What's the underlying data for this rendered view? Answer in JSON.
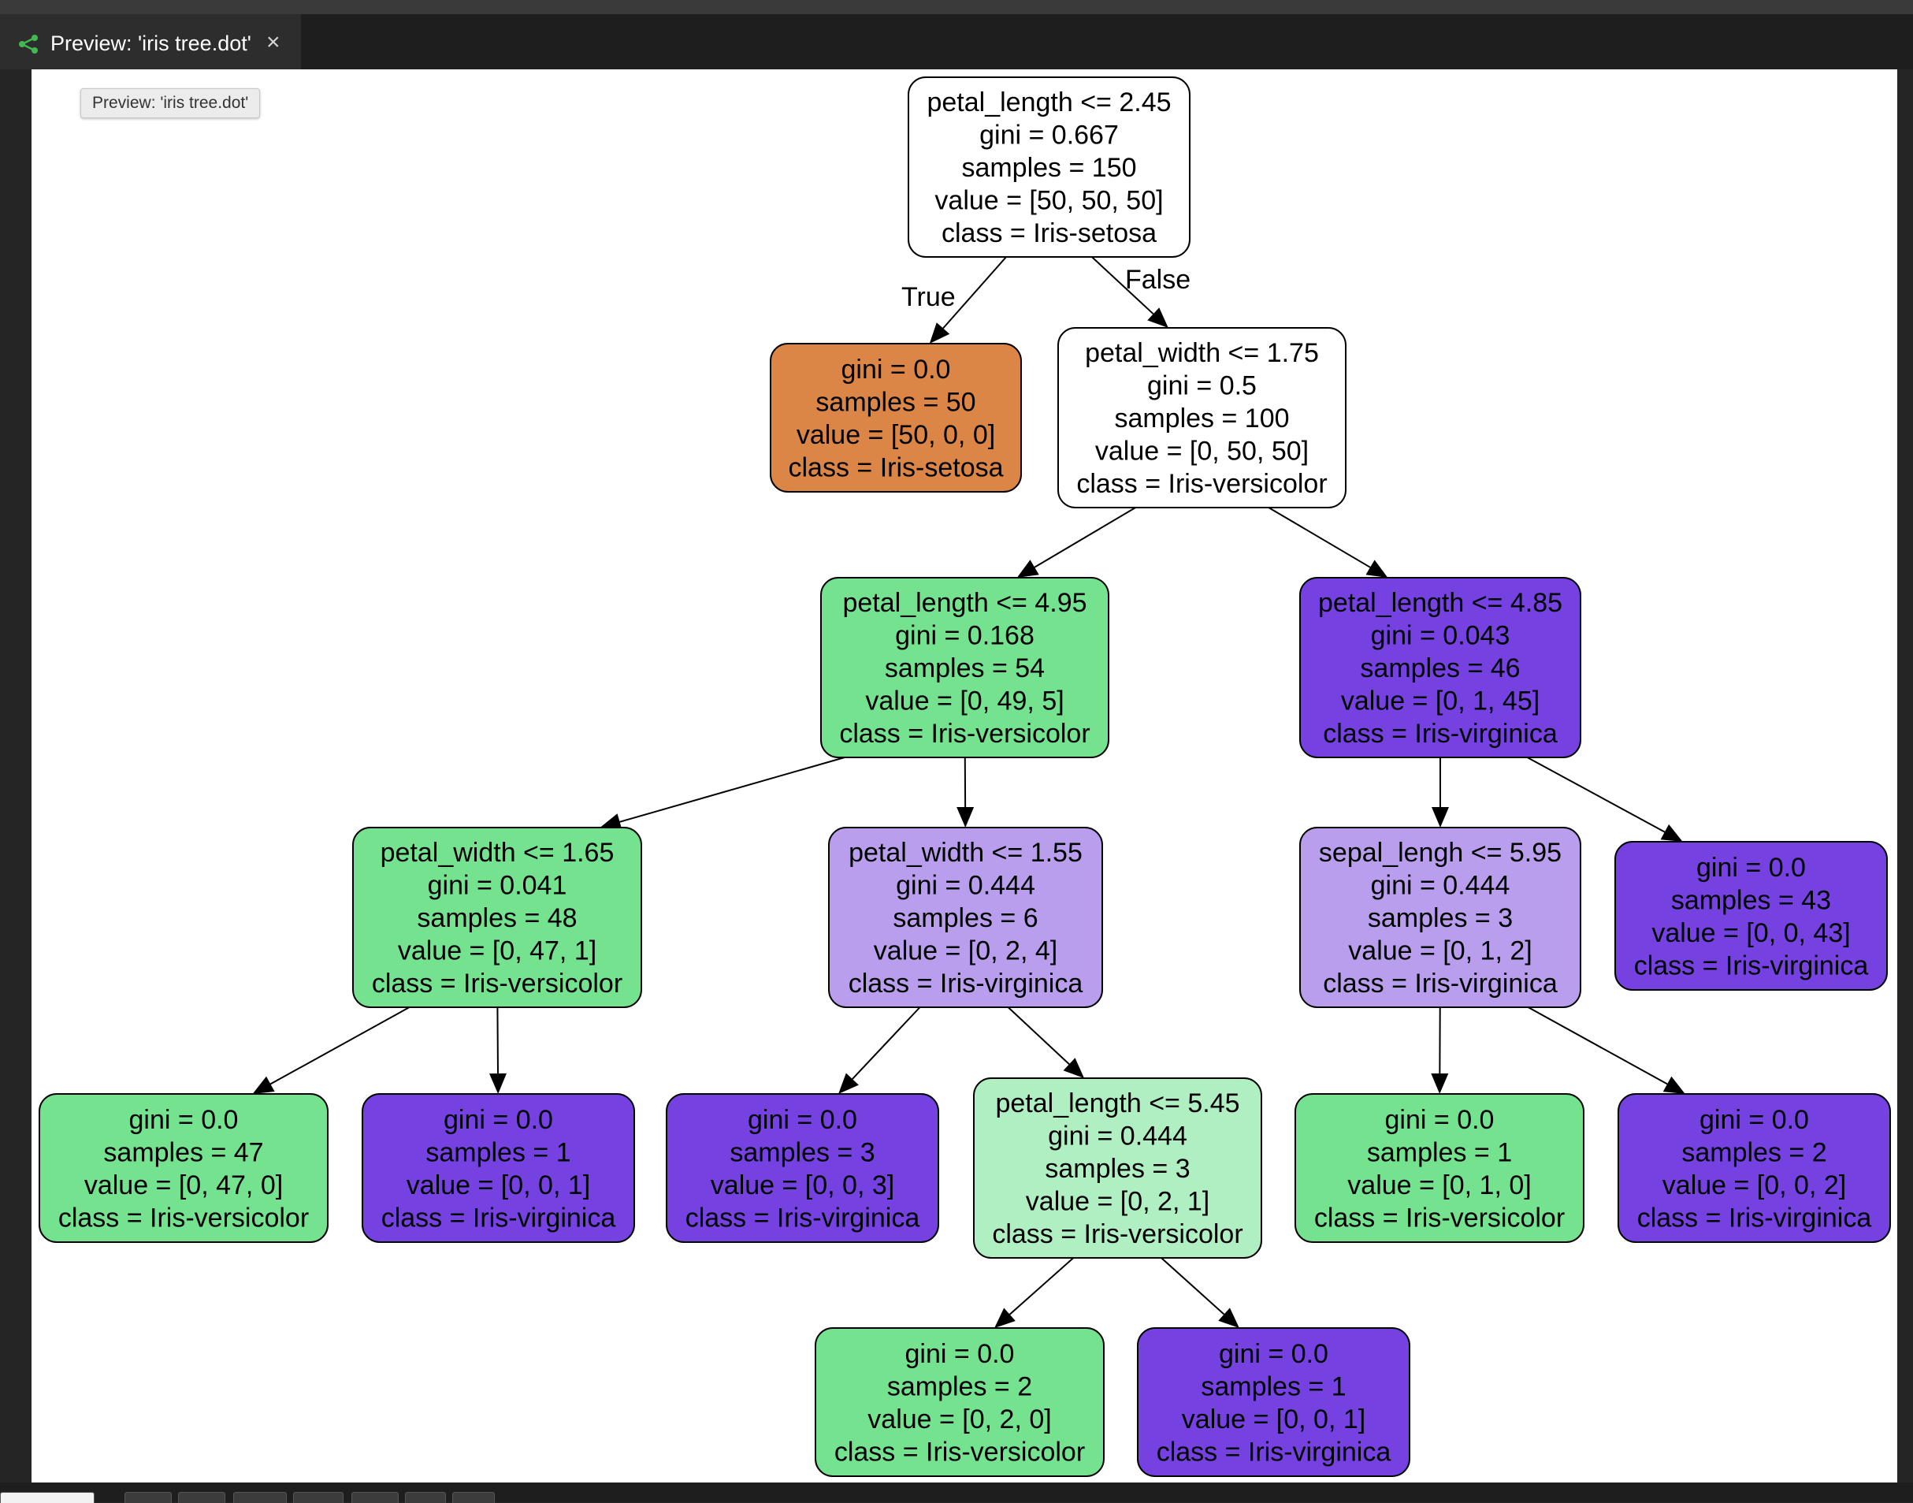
{
  "tab": {
    "label": "Preview: 'iris tree.dot'",
    "close_glyph": "×",
    "icon": "graph-icon",
    "icon_color": "#3fb950"
  },
  "tooltip": {
    "text": "Preview: 'iris tree.dot'"
  },
  "colors": {
    "white": "#ffffff",
    "orange": "#db8646",
    "green": "#74e28f",
    "purple": "#7541e0",
    "light_purple": "#b89eec",
    "light_green": "#b0efc2"
  },
  "tree": {
    "nodes": [
      {
        "id": "n0",
        "color": "white",
        "lines": [
          "petal_length <= 2.45",
          "gini = 0.667",
          "samples = 150",
          "value = [50, 50, 50]",
          "class = Iris-setosa"
        ]
      },
      {
        "id": "n1",
        "color": "orange",
        "lines": [
          "gini = 0.0",
          "samples = 50",
          "value = [50, 0, 0]",
          "class = Iris-setosa"
        ]
      },
      {
        "id": "n2",
        "color": "white",
        "lines": [
          "petal_width <= 1.75",
          "gini = 0.5",
          "samples = 100",
          "value = [0, 50, 50]",
          "class = Iris-versicolor"
        ]
      },
      {
        "id": "n3",
        "color": "green",
        "lines": [
          "petal_length <= 4.95",
          "gini = 0.168",
          "samples = 54",
          "value = [0, 49, 5]",
          "class = Iris-versicolor"
        ]
      },
      {
        "id": "n4",
        "color": "purple",
        "lines": [
          "petal_length <= 4.85",
          "gini = 0.043",
          "samples = 46",
          "value = [0, 1, 45]",
          "class = Iris-virginica"
        ]
      },
      {
        "id": "n5",
        "color": "green",
        "lines": [
          "petal_width <= 1.65",
          "gini = 0.041",
          "samples = 48",
          "value = [0, 47, 1]",
          "class = Iris-versicolor"
        ]
      },
      {
        "id": "n6",
        "color": "light_purple",
        "lines": [
          "petal_width <= 1.55",
          "gini = 0.444",
          "samples = 6",
          "value = [0, 2, 4]",
          "class = Iris-virginica"
        ]
      },
      {
        "id": "n7",
        "color": "light_purple",
        "lines": [
          "sepal_lengh <= 5.95",
          "gini = 0.444",
          "samples = 3",
          "value = [0, 1, 2]",
          "class = Iris-virginica"
        ]
      },
      {
        "id": "n8",
        "color": "purple",
        "lines": [
          "gini = 0.0",
          "samples = 43",
          "value = [0, 0, 43]",
          "class = Iris-virginica"
        ]
      },
      {
        "id": "n9",
        "color": "green",
        "lines": [
          "gini = 0.0",
          "samples = 47",
          "value = [0, 47, 0]",
          "class = Iris-versicolor"
        ]
      },
      {
        "id": "n10",
        "color": "purple",
        "lines": [
          "gini = 0.0",
          "samples = 1",
          "value = [0, 0, 1]",
          "class = Iris-virginica"
        ]
      },
      {
        "id": "n11",
        "color": "purple",
        "lines": [
          "gini = 0.0",
          "samples = 3",
          "value = [0, 0, 3]",
          "class = Iris-virginica"
        ]
      },
      {
        "id": "n12",
        "color": "light_green",
        "lines": [
          "petal_length <= 5.45",
          "gini = 0.444",
          "samples = 3",
          "value = [0, 2, 1]",
          "class = Iris-versicolor"
        ]
      },
      {
        "id": "n13",
        "color": "green",
        "lines": [
          "gini = 0.0",
          "samples = 1",
          "value = [0, 1, 0]",
          "class = Iris-versicolor"
        ]
      },
      {
        "id": "n14",
        "color": "purple",
        "lines": [
          "gini = 0.0",
          "samples = 2",
          "value = [0, 0, 2]",
          "class = Iris-virginica"
        ]
      },
      {
        "id": "n15",
        "color": "green",
        "lines": [
          "gini = 0.0",
          "samples = 2",
          "value = [0, 2, 0]",
          "class = Iris-versicolor"
        ]
      },
      {
        "id": "n16",
        "color": "purple",
        "lines": [
          "gini = 0.0",
          "samples = 1",
          "value = [0, 0, 1]",
          "class = Iris-virginica"
        ]
      }
    ],
    "edges": [
      {
        "from": "n0",
        "to": "n1",
        "label": "True"
      },
      {
        "from": "n0",
        "to": "n2",
        "label": "False"
      },
      {
        "from": "n2",
        "to": "n3"
      },
      {
        "from": "n2",
        "to": "n4"
      },
      {
        "from": "n3",
        "to": "n5"
      },
      {
        "from": "n3",
        "to": "n6"
      },
      {
        "from": "n4",
        "to": "n7"
      },
      {
        "from": "n4",
        "to": "n8"
      },
      {
        "from": "n5",
        "to": "n9"
      },
      {
        "from": "n5",
        "to": "n10"
      },
      {
        "from": "n6",
        "to": "n11"
      },
      {
        "from": "n6",
        "to": "n12"
      },
      {
        "from": "n7",
        "to": "n13"
      },
      {
        "from": "n7",
        "to": "n14"
      },
      {
        "from": "n12",
        "to": "n15"
      },
      {
        "from": "n12",
        "to": "n16"
      }
    ]
  }
}
